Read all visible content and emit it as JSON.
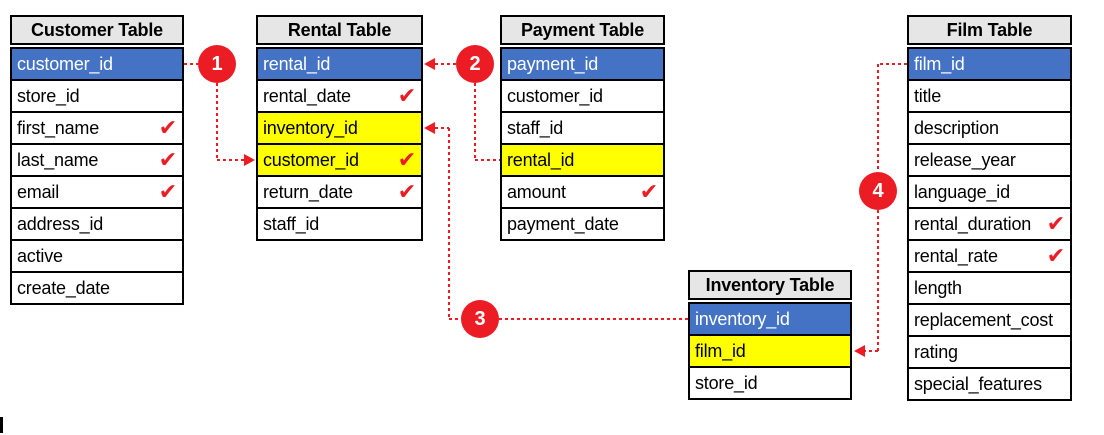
{
  "colors": {
    "primary_key_row": "#4472C4",
    "foreign_key_row": "#FFFF00",
    "table_header": "#E7E6E6",
    "accent_red": "#EC1C24",
    "border_black": "#000000"
  },
  "glyphs": {
    "check": "✔"
  },
  "tables": [
    {
      "title": "Customer Table",
      "rows": [
        {
          "name": "customer_id",
          "key": "primary",
          "check": false
        },
        {
          "name": "store_id",
          "key": null,
          "check": false
        },
        {
          "name": "first_name",
          "key": null,
          "check": true
        },
        {
          "name": "last_name",
          "key": null,
          "check": true
        },
        {
          "name": "email",
          "key": null,
          "check": true
        },
        {
          "name": "address_id",
          "key": null,
          "check": false
        },
        {
          "name": "active",
          "key": null,
          "check": false
        },
        {
          "name": "create_date",
          "key": null,
          "check": false
        }
      ]
    },
    {
      "title": "Rental Table",
      "rows": [
        {
          "name": "rental_id",
          "key": "primary",
          "check": false
        },
        {
          "name": "rental_date",
          "key": null,
          "check": true
        },
        {
          "name": "inventory_id",
          "key": "foreign",
          "check": false
        },
        {
          "name": "customer_id",
          "key": "foreign",
          "check": true
        },
        {
          "name": "return_date",
          "key": null,
          "check": true
        },
        {
          "name": "staff_id",
          "key": null,
          "check": false
        }
      ]
    },
    {
      "title": "Payment Table",
      "rows": [
        {
          "name": "payment_id",
          "key": "primary",
          "check": false
        },
        {
          "name": "customer_id",
          "key": null,
          "check": false
        },
        {
          "name": "staff_id",
          "key": null,
          "check": false
        },
        {
          "name": "rental_id",
          "key": "foreign",
          "check": false
        },
        {
          "name": "amount",
          "key": null,
          "check": true
        },
        {
          "name": "payment_date",
          "key": null,
          "check": false
        }
      ]
    },
    {
      "title": "Inventory Table",
      "rows": [
        {
          "name": "inventory_id",
          "key": "primary",
          "check": false
        },
        {
          "name": "film_id",
          "key": "foreign",
          "check": false
        },
        {
          "name": "store_id",
          "key": null,
          "check": false
        }
      ]
    },
    {
      "title": "Film Table",
      "rows": [
        {
          "name": "film_id",
          "key": "primary",
          "check": false
        },
        {
          "name": "title",
          "key": null,
          "check": false
        },
        {
          "name": "description",
          "key": null,
          "check": false
        },
        {
          "name": "release_year",
          "key": null,
          "check": false
        },
        {
          "name": "language_id",
          "key": null,
          "check": false
        },
        {
          "name": "rental_duration",
          "key": null,
          "check": true
        },
        {
          "name": "rental_rate",
          "key": null,
          "check": true
        },
        {
          "name": "length",
          "key": null,
          "check": false
        },
        {
          "name": "replacement_cost",
          "key": null,
          "check": false
        },
        {
          "name": "rating",
          "key": null,
          "check": false
        },
        {
          "name": "special_features",
          "key": null,
          "check": false
        }
      ]
    }
  ],
  "connectors": [
    {
      "number": "1",
      "from": "Customer.customer_id",
      "to": "Rental.customer_id"
    },
    {
      "number": "2",
      "from": "Payment.rental_id",
      "to": "Rental.rental_id"
    },
    {
      "number": "3",
      "from": "Inventory.inventory_id",
      "to": "Rental.inventory_id"
    },
    {
      "number": "4",
      "from": "Film.film_id",
      "to": "Inventory.film_id"
    }
  ]
}
